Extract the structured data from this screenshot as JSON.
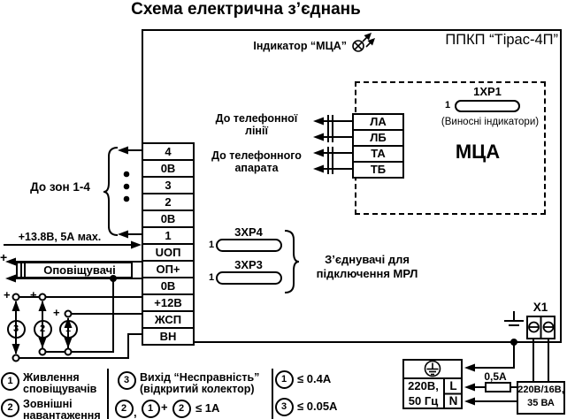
{
  "title": "Схема електрична з’єднань",
  "panel": {
    "name": "ППКП “Тірас-4П”",
    "indicator_label": "Індикатор “МЦА”"
  },
  "mca": {
    "connector": "1ХР1",
    "note": "(Виносні індикатори)",
    "name": "МЦА",
    "terminals": [
      "ЛА",
      "ЛБ",
      "ТА",
      "ТБ"
    ]
  },
  "pins": {
    "first": "1"
  },
  "phone": {
    "line_label_1": "До телефонної",
    "line_label_2": "лінії",
    "set_label_1": "До телефонного",
    "set_label_2": "апарата"
  },
  "main_terminals": [
    "4",
    "0В",
    "3",
    "2",
    "0В",
    "1",
    "UОП",
    "ОП+",
    "0В",
    "+12В",
    "ЖСП",
    "ВН"
  ],
  "left": {
    "zones_label": "До зон 1-4",
    "power_label": "+13.8В, 5А мах.",
    "plus": "+",
    "sounders_label": "Оповіщувачі"
  },
  "mrl": {
    "connector_top": "3ХР4",
    "connector_bottom": "3ХР3",
    "caption_1": "З’єднувачі для",
    "caption_2": "підключення МРЛ"
  },
  "numbers": {
    "n1": "1",
    "n2": "2",
    "n3": "3"
  },
  "mains": {
    "x1_label": "Х1",
    "fuse_label": "0,5А",
    "supply_line_1": "220В,",
    "supply_line_2": "50 Гц",
    "terminal_l": "L",
    "terminal_n": "N",
    "transformer_line_1": "220В/16В,",
    "transformer_line_2": "35 ВА"
  },
  "legend": {
    "item1_line1": "Живлення",
    "item1_line2": "сповіщувачів",
    "item2_line1": "Зовнішні",
    "item2_line2": "навантаження",
    "item3_line1": "Вихід “Несправність”",
    "item3_line2": "(відкритий колектор)",
    "comma": ",",
    "plus": "+",
    "formula_sum": "≤ 1А",
    "formula_1": "≤ 0.4А",
    "formula_3": "≤ 0.05А"
  }
}
